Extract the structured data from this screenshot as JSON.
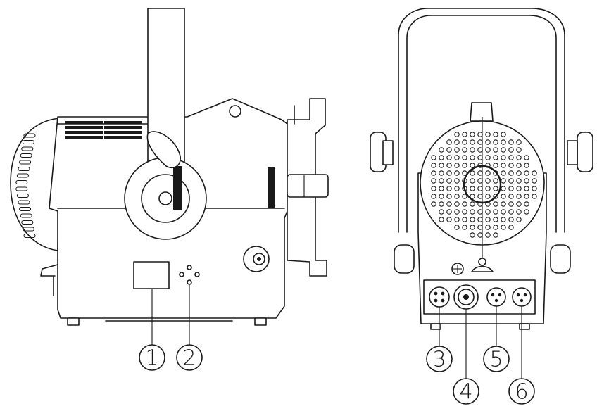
{
  "callouts": [
    {
      "id": 1,
      "label": "1"
    },
    {
      "id": 2,
      "label": "2"
    },
    {
      "id": 3,
      "label": "3"
    },
    {
      "id": 4,
      "label": "4"
    },
    {
      "id": 5,
      "label": "5"
    },
    {
      "id": 6,
      "label": "6"
    }
  ],
  "colors": {
    "line": "#1a1a1a",
    "background": "#ffffff"
  }
}
